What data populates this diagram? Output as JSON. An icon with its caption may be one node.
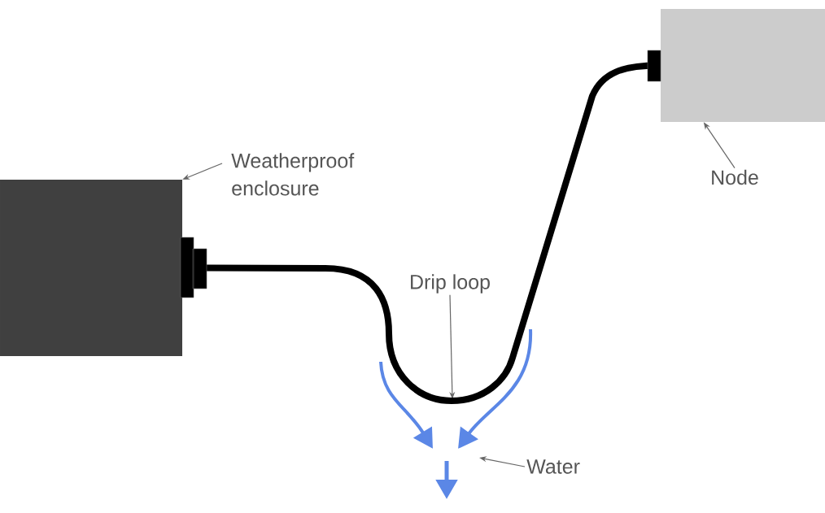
{
  "diagram": {
    "nodes": [
      {
        "text": [],
        "shape": "box"
      },
      {
        "text": [
          "Weatherproof enclosure"
        ]
      },
      {
        "text": [],
        "shape": "box"
      },
      {
        "text": [
          "Node"
        ]
      },
      {
        "text": [
          "Drip loop"
        ]
      },
      {
        "text": [
          "Water"
        ]
      }
    ],
    "edges": [
      {
        "from": 1,
        "to": 0,
        "arrow": "to"
      },
      {
        "from": 3,
        "to": 2,
        "arrow": "to"
      },
      {
        "from": 4,
        "to": null,
        "arrow": "to"
      },
      {
        "from": 5,
        "to": null,
        "arrow": "to"
      },
      {
        "from": 0,
        "to": 2,
        "arrow": "none",
        "style": "thick",
        "color": "#000000"
      }
    ]
  }
}
